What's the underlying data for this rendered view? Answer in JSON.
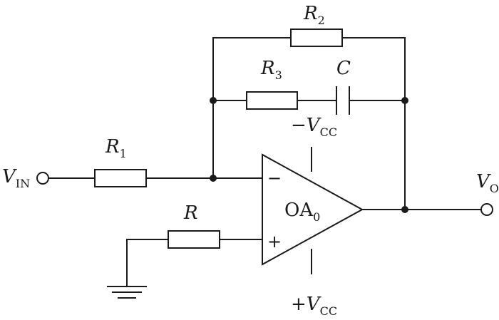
{
  "labels": {
    "r1": {
      "symbol": "R",
      "sub": "1"
    },
    "r2": {
      "symbol": "R",
      "sub": "2"
    },
    "r3": {
      "symbol": "R",
      "sub": "3"
    },
    "r": {
      "symbol": "R"
    },
    "c": {
      "symbol": "C"
    },
    "vin": {
      "symbol": "V",
      "sub": "IN"
    },
    "vo": {
      "symbol": "V",
      "sub": "O"
    },
    "neg_supply": {
      "sign": "−",
      "symbol": "V",
      "sub": "CC"
    },
    "pos_supply": {
      "sign": "+",
      "symbol": "V",
      "sub": "CC"
    },
    "opamp": {
      "name": "OA",
      "sub": "0"
    },
    "inv_input": "−",
    "noninv_input": "+"
  },
  "colors": {
    "stroke": "#1a1a1a",
    "background": "#ffffff"
  }
}
